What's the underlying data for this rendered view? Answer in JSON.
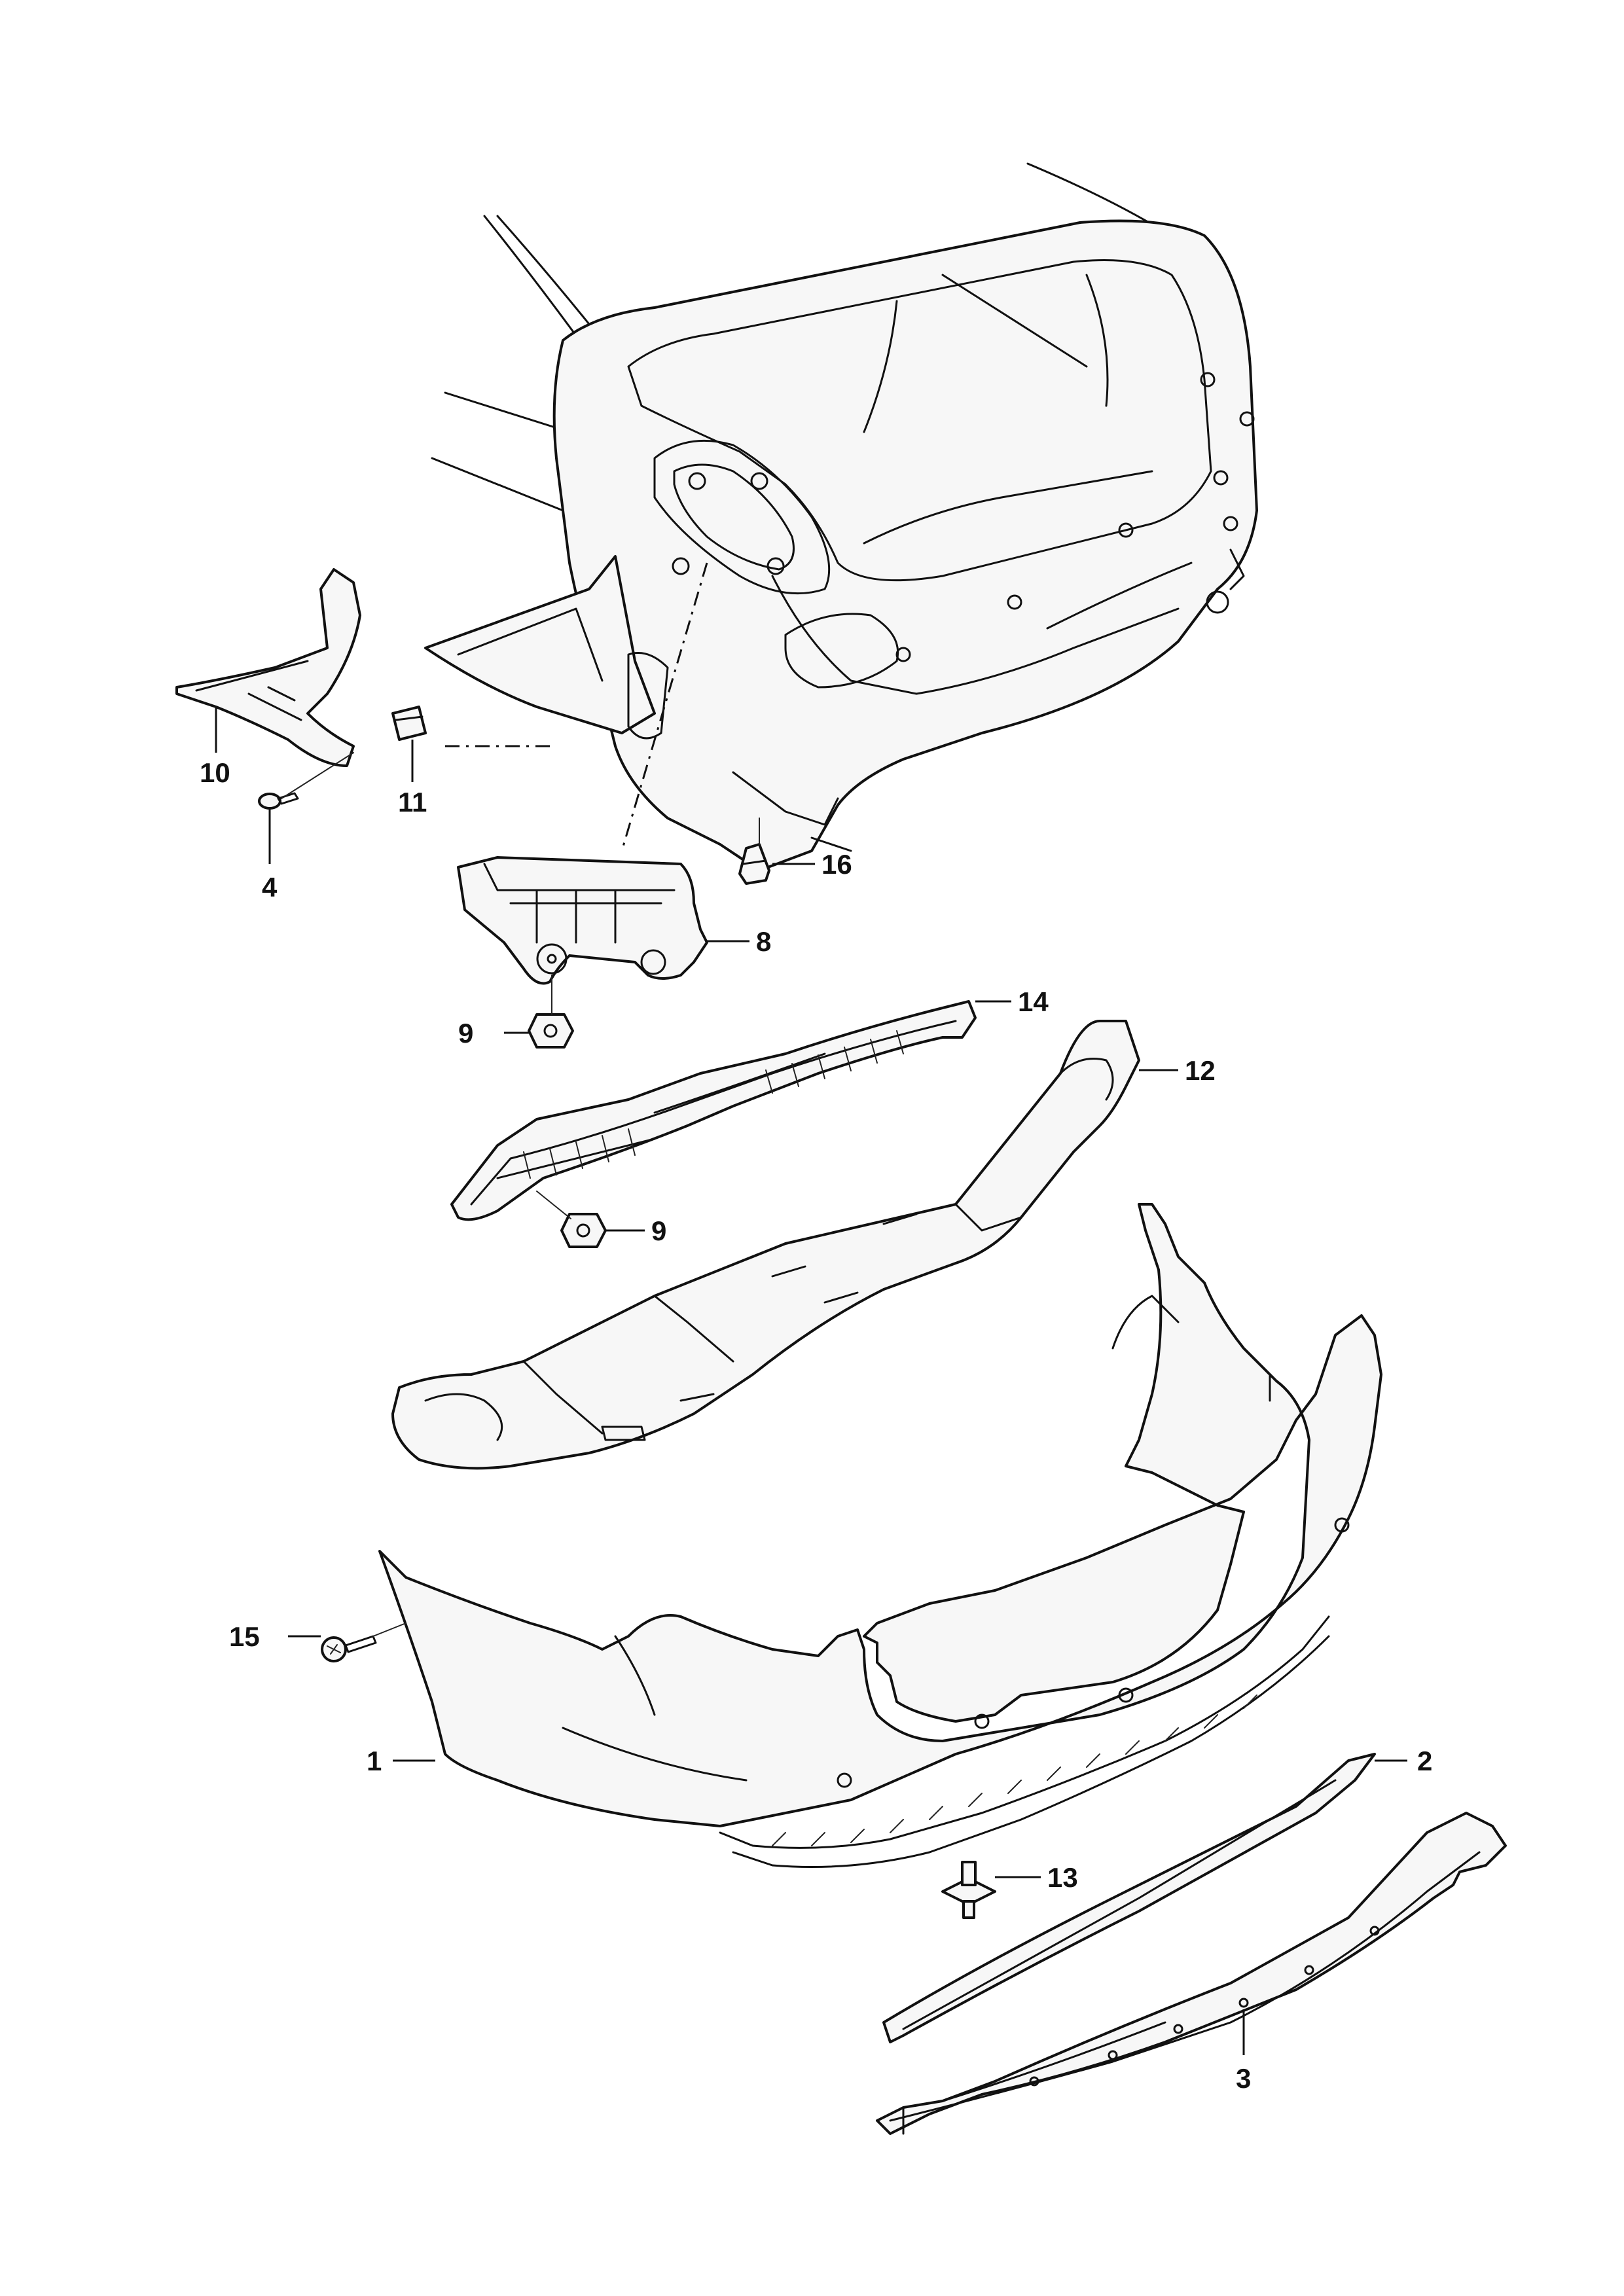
{
  "callouts": {
    "c1": "1",
    "c2": "2",
    "c3": "3",
    "c4": "4",
    "c8": "8",
    "c9a": "9",
    "c9b": "9",
    "c10": "10",
    "c11": "11",
    "c12": "12",
    "c13": "13",
    "c14": "14",
    "c15": "15",
    "c16": "16"
  }
}
